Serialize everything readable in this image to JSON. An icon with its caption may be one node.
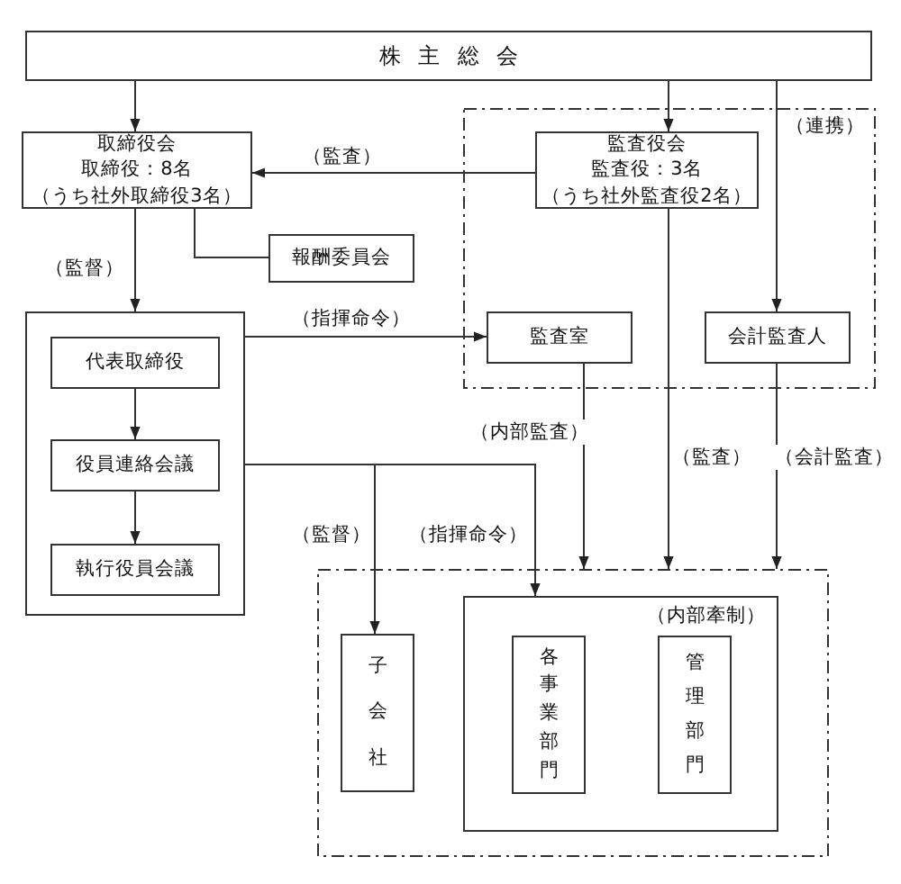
{
  "diagram": {
    "nodes": [
      {
        "text": [
          "株主総会"
        ]
      },
      {
        "text": [
          "取締役会",
          "取締役：8名",
          "（うち社外取締役3名）"
        ]
      },
      {
        "text": [
          "（連携）"
        ]
      },
      {
        "text": [
          "監査役会",
          "監査役：3名",
          "（うち社外監査役2名）"
        ],
        "in": 2
      },
      {
        "text": [
          "報酬委員会"
        ]
      },
      {
        "text": [],
        "shape": "box"
      },
      {
        "text": [
          "代表取締役"
        ],
        "in": 5
      },
      {
        "text": [
          "役員連絡会議"
        ],
        "in": 5
      },
      {
        "text": [
          "執行役員会議"
        ],
        "in": 5
      },
      {
        "text": [
          "監査室"
        ],
        "in": 2
      },
      {
        "text": [
          "会計監査人"
        ],
        "in": 2
      },
      {
        "text": [],
        "shape": "box"
      },
      {
        "text": [
          "子会社"
        ],
        "in": 11
      },
      {
        "text": [
          "（内部牽制）"
        ],
        "in": 11
      },
      {
        "text": [
          "各事業部門"
        ],
        "in": 13
      },
      {
        "text": [
          "管理部門"
        ],
        "in": 13
      }
    ],
    "edges": [
      {
        "from": 0,
        "to": 1,
        "arrow": "to"
      },
      {
        "from": 0,
        "to": 3,
        "arrow": "to"
      },
      {
        "from": 0,
        "to": 10,
        "arrow": "to"
      },
      {
        "from": 3,
        "to": 1,
        "arrow": "to",
        "label": "（監査）"
      },
      {
        "from": 1,
        "to": 4,
        "arrow": "none"
      },
      {
        "from": 1,
        "to": 5,
        "arrow": "to",
        "label": "（監督）"
      },
      {
        "from": 5,
        "to": 9,
        "arrow": "to",
        "label": "（指揮命令）"
      },
      {
        "from": 6,
        "to": 7,
        "arrow": "to"
      },
      {
        "from": 7,
        "to": 8,
        "arrow": "to"
      },
      {
        "from": 9,
        "to": 11,
        "arrow": "to",
        "label": "（内部監査）"
      },
      {
        "from": 3,
        "to": 11,
        "arrow": "to",
        "label": "（監査）"
      },
      {
        "from": 10,
        "to": 11,
        "arrow": "to",
        "label": "（会計監査）"
      },
      {
        "from": 5,
        "to": 12,
        "arrow": "to",
        "label": "（監督）"
      },
      {
        "from": 5,
        "to": 13,
        "arrow": "to",
        "label": "（指揮命令）"
      }
    ]
  }
}
